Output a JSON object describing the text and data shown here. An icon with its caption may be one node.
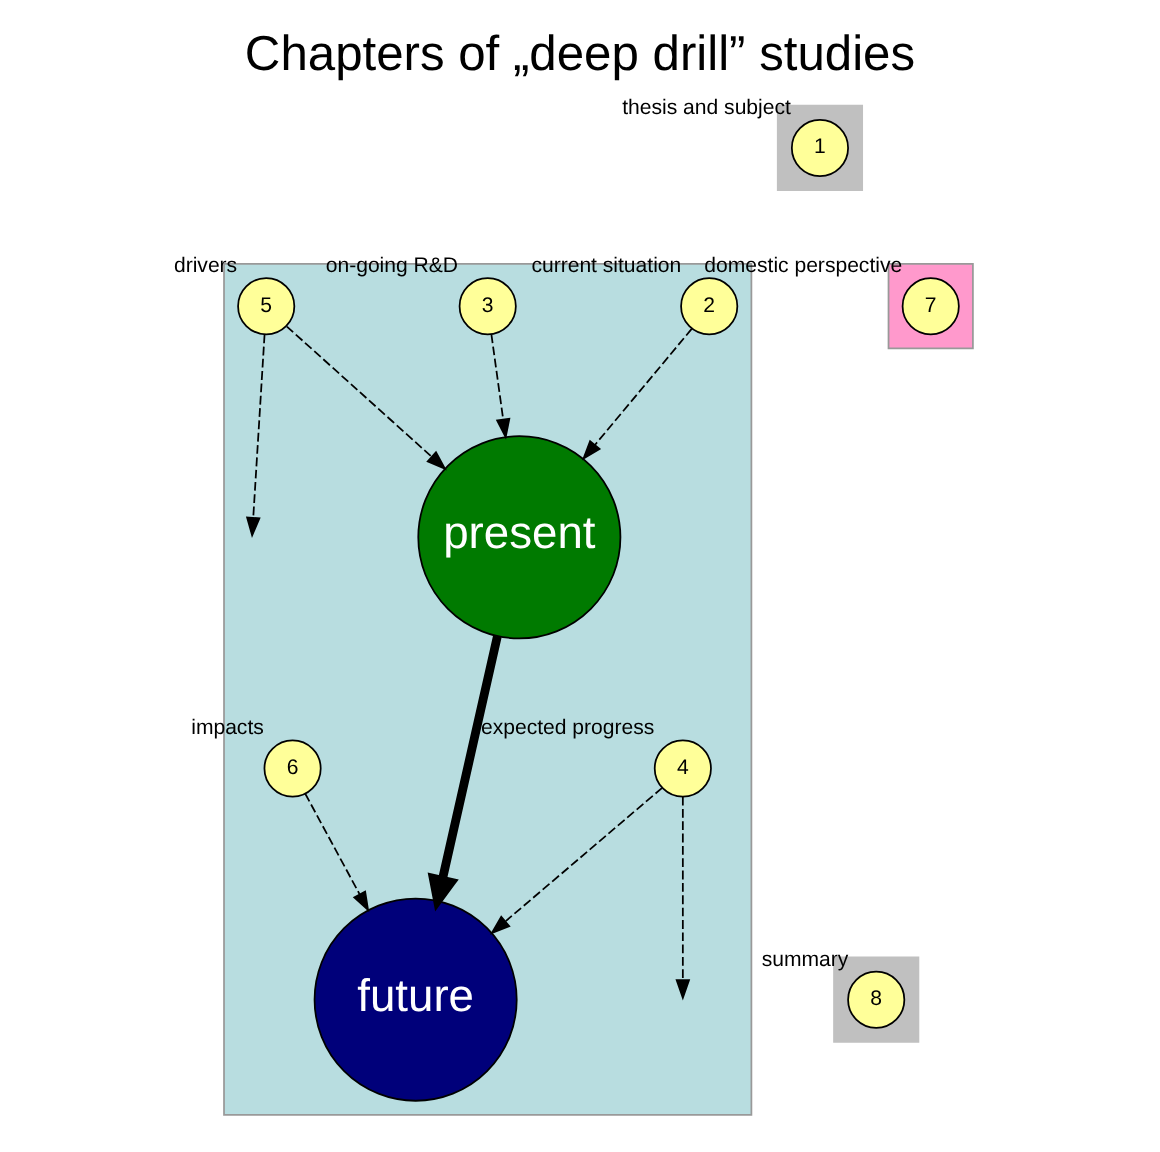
{
  "diagram": {
    "title": "Chapters of „deep drill” studies",
    "nodes": [
      {
        "text": [],
        "shape": "bar"
      },
      {
        "text": [
          "1"
        ],
        "in": 0,
        "beside": [
          "thesis and subject"
        ]
      },
      {
        "text": [],
        "shape": "box"
      },
      {
        "text": [
          "2"
        ],
        "in": 2,
        "beside": [
          "current situation"
        ]
      },
      {
        "text": [
          "3"
        ],
        "in": 2,
        "beside": [
          "on-going R&D"
        ]
      },
      {
        "text": [
          "5"
        ],
        "in": 2,
        "beside": [
          "drivers"
        ]
      },
      {
        "text": [
          "6"
        ],
        "in": 2,
        "beside": [
          "impacts"
        ]
      },
      {
        "text": [
          "present"
        ],
        "in": 2
      },
      {
        "text": [
          "future"
        ],
        "in": 2
      },
      {
        "text": [
          "4"
        ],
        "in": 2,
        "beside": [
          "expected progress"
        ]
      },
      {
        "text": [],
        "shape": "box"
      },
      {
        "text": [
          "7"
        ],
        "in": 10,
        "beside": [
          "domestic perspective"
        ]
      },
      {
        "text": [],
        "shape": "bar"
      },
      {
        "text": [
          "8"
        ],
        "in": 12,
        "beside": [
          "summary"
        ]
      }
    ],
    "edges": [
      {
        "from": 3,
        "to": 7,
        "arrow": "to",
        "style": "dashed"
      },
      {
        "from": 4,
        "to": 7,
        "arrow": "to",
        "style": "dashed"
      },
      {
        "from": 5,
        "to": 7,
        "arrow": "to",
        "style": "dashed"
      },
      {
        "from": 5,
        "to": null,
        "arrow": "to",
        "style": "dashed"
      },
      {
        "from": 6,
        "to": 8,
        "arrow": "to",
        "style": "dashed"
      },
      {
        "from": 7,
        "to": 8,
        "arrow": "to",
        "style": "thick"
      },
      {
        "from": 9,
        "to": null,
        "arrow": "to",
        "style": "dashed"
      },
      {
        "from": 9,
        "to": 8,
        "arrow": "to",
        "style": "dashed"
      }
    ]
  }
}
